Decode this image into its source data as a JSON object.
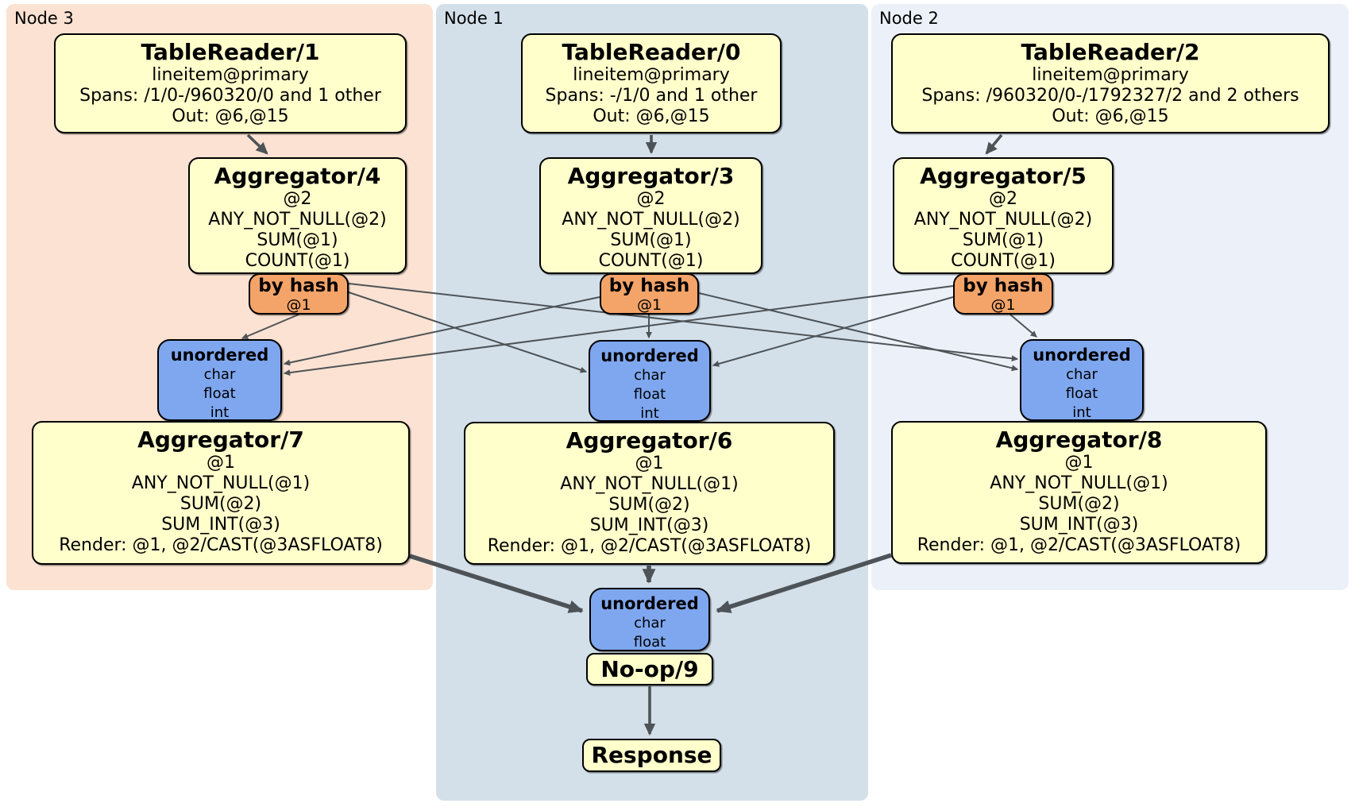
{
  "groups": {
    "node3": {
      "label": "Node 3"
    },
    "node1": {
      "label": "Node 1"
    },
    "node2": {
      "label": "Node 2"
    }
  },
  "boxes": {
    "tr1": {
      "title": "TableReader/1",
      "lines": [
        "lineitem@primary",
        "Spans: /1/0-/960320/0 and 1 other",
        "Out: @6,@15"
      ]
    },
    "tr0": {
      "title": "TableReader/0",
      "lines": [
        "lineitem@primary",
        "Spans: -/1/0 and 1 other",
        "Out: @6,@15"
      ]
    },
    "tr2": {
      "title": "TableReader/2",
      "lines": [
        "lineitem@primary",
        "Spans: /960320/0-/1792327/2 and 2 others",
        "Out: @6,@15"
      ]
    },
    "agg4": {
      "title": "Aggregator/4",
      "lines": [
        "@2",
        "ANY_NOT_NULL(@2)",
        "SUM(@1)",
        "COUNT(@1)"
      ]
    },
    "agg3": {
      "title": "Aggregator/3",
      "lines": [
        "@2",
        "ANY_NOT_NULL(@2)",
        "SUM(@1)",
        "COUNT(@1)"
      ]
    },
    "agg5": {
      "title": "Aggregator/5",
      "lines": [
        "@2",
        "ANY_NOT_NULL(@2)",
        "SUM(@1)",
        "COUNT(@1)"
      ]
    },
    "router_left": {
      "title": "by hash",
      "lines": [
        "@1"
      ]
    },
    "router_mid": {
      "title": "by hash",
      "lines": [
        "@1"
      ]
    },
    "router_right": {
      "title": "by hash",
      "lines": [
        "@1"
      ]
    },
    "sync_left": {
      "title": "unordered",
      "lines": [
        "char",
        "float",
        "int"
      ]
    },
    "sync_mid": {
      "title": "unordered",
      "lines": [
        "char",
        "float",
        "int"
      ]
    },
    "sync_right": {
      "title": "unordered",
      "lines": [
        "char",
        "float",
        "int"
      ]
    },
    "agg7": {
      "title": "Aggregator/7",
      "lines": [
        "@1",
        "ANY_NOT_NULL(@1)",
        "SUM(@2)",
        "SUM_INT(@3)",
        "Render: @1, @2/CAST(@3ASFLOAT8)"
      ]
    },
    "agg6": {
      "title": "Aggregator/6",
      "lines": [
        "@1",
        "ANY_NOT_NULL(@1)",
        "SUM(@2)",
        "SUM_INT(@3)",
        "Render: @1, @2/CAST(@3ASFLOAT8)"
      ]
    },
    "agg8": {
      "title": "Aggregator/8",
      "lines": [
        "@1",
        "ANY_NOT_NULL(@1)",
        "SUM(@2)",
        "SUM_INT(@3)",
        "Render: @1, @2/CAST(@3ASFLOAT8)"
      ]
    },
    "sync_final": {
      "title": "unordered",
      "lines": [
        "char",
        "float"
      ]
    },
    "noop": {
      "title": "No-op/9"
    },
    "response": {
      "title": "Response"
    }
  },
  "colors": {
    "node3_bg": "#fbe2d2",
    "node1_bg": "#d3e0ea",
    "node2_bg": "#ecf1f9",
    "proc_fill": "#ffffcc",
    "router_fill": "#f4a469",
    "sync_fill": "#7fa7f0",
    "edge": "#4e5357"
  }
}
